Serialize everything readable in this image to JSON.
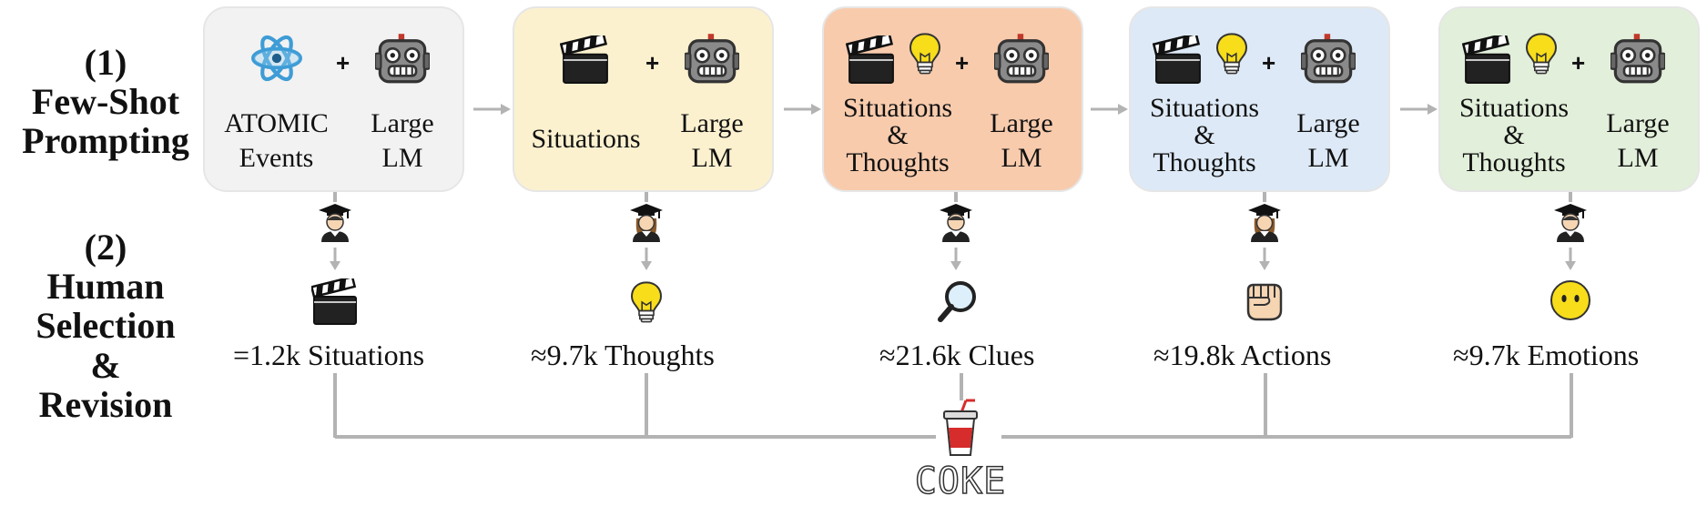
{
  "row_labels": {
    "few_shot": [
      "(1)",
      "Few-Shot",
      "Prompting"
    ],
    "human": [
      "(2)",
      "Human",
      "Selection",
      "&",
      "Revision"
    ]
  },
  "stages": [
    {
      "left_text": [
        "ATOMIC",
        "Events"
      ],
      "right_text": [
        "Large",
        "LM"
      ],
      "plus": "+",
      "color": "#f2f2f2"
    },
    {
      "left_text": [
        "Situations"
      ],
      "right_text": [
        "Large",
        "LM"
      ],
      "plus": "+",
      "color": "#fcf1cf"
    },
    {
      "left_text": [
        "Situations",
        "&",
        "Thoughts"
      ],
      "right_text": [
        "Large",
        "LM"
      ],
      "plus": "+",
      "color": "#f8cbad"
    },
    {
      "left_text": [
        "Situations",
        "&",
        "Thoughts"
      ],
      "right_text": [
        "Large",
        "LM"
      ],
      "plus": "+",
      "color": "#dde9f6"
    },
    {
      "left_text": [
        "Situations",
        "&",
        "Thoughts"
      ],
      "right_text": [
        "Large",
        "LM"
      ],
      "plus": "+",
      "color": "#e2efda"
    }
  ],
  "outputs": [
    "=1.2k Situations",
    "≈9.7k Thoughts",
    "≈21.6k Clues",
    "≈19.8k Actions",
    "≈9.7k Emotions"
  ],
  "final": {
    "label": "COKE"
  },
  "icons": {
    "stage1": [
      "atom-icon",
      "robot-icon"
    ],
    "stage2": [
      "clapperboard-icon",
      "robot-icon"
    ],
    "stage3": [
      "clapperboard-icon",
      "lightbulb-icon",
      "robot-icon"
    ],
    "stage4": [
      "clapperboard-icon",
      "lightbulb-icon",
      "robot-icon"
    ],
    "stage5": [
      "clapperboard-icon",
      "lightbulb-icon",
      "robot-icon"
    ],
    "selection": [
      "graduate-man-icon",
      "graduate-woman-icon",
      "graduate-man-icon",
      "graduate-woman-icon",
      "graduate-man-icon"
    ],
    "results": [
      "clapperboard-icon",
      "lightbulb-icon",
      "magnifier-icon",
      "fist-icon",
      "neutral-face-icon"
    ],
    "final": "soda-cup-icon"
  },
  "colors": {
    "connector": "#b3b3b3",
    "stage1_bg": "#f2f2f2",
    "stage2_bg": "#fcf1cf",
    "stage3_bg": "#f8cbad",
    "stage4_bg": "#dde9f6",
    "stage5_bg": "#e2efda"
  }
}
